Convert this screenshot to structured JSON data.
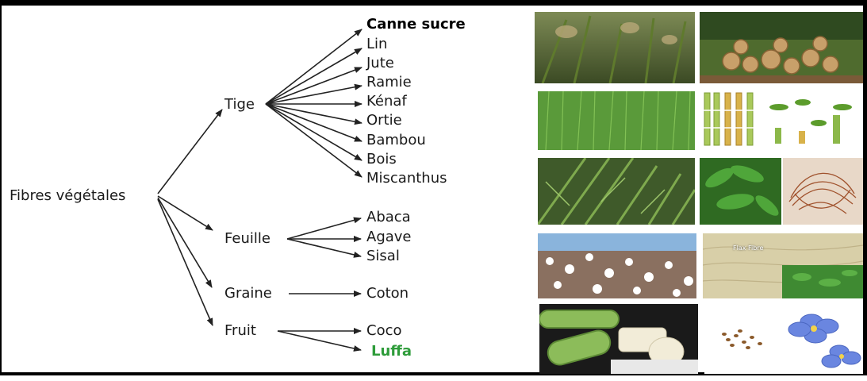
{
  "root": {
    "label": "Fibres végétales"
  },
  "categories": [
    {
      "key": "tige",
      "label": "Tige",
      "items": [
        "Canne sucre",
        "Lin",
        "Jute",
        "Ramie",
        "Kénaf",
        "Ortie",
        "Bambou",
        "Bois",
        "Miscanthus"
      ]
    },
    {
      "key": "feuille",
      "label": "Feuille",
      "items": [
        "Abaca",
        "Agave",
        "Sisal"
      ]
    },
    {
      "key": "graine",
      "label": "Graine",
      "items": [
        "Coton"
      ]
    },
    {
      "key": "fruit",
      "label": "Fruit",
      "items": [
        "Coco",
        "Luffa"
      ]
    }
  ],
  "highlight_colors": {
    "canne_sucre": "#000000",
    "luffa": "#2e9c3a"
  },
  "photos": [
    {
      "name": "sugarcane-photo"
    },
    {
      "name": "wood-logs-photo"
    },
    {
      "name": "flax-field-photo"
    },
    {
      "name": "bamboo-photo"
    },
    {
      "name": "sisal-plantation-photo"
    },
    {
      "name": "kenaf-leaves-photo"
    },
    {
      "name": "fibre-bundle-photo"
    },
    {
      "name": "cotton-field-photo"
    },
    {
      "name": "fibre-sample-photo",
      "caption": "Flax Fibre"
    },
    {
      "name": "luffa-photo"
    },
    {
      "name": "flax-flower-seeds-photo"
    }
  ]
}
